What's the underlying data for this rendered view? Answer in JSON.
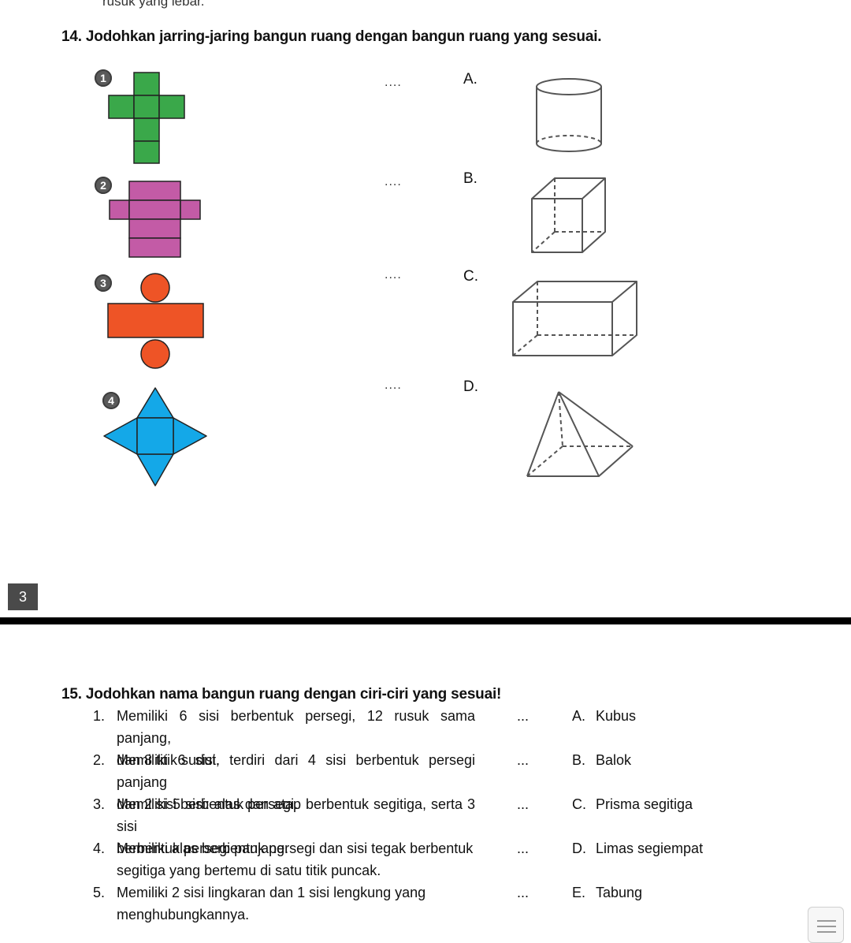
{
  "top_cut_text": "rusuk yang lebar.",
  "q14": {
    "number": "14.",
    "title": "Jodohkan jarring-jaring bangun ruang dengan bangun ruang yang sesuai.",
    "nets": [
      {
        "label": "1",
        "dots": "...."
      },
      {
        "label": "2",
        "dots": "...."
      },
      {
        "label": "3",
        "dots": "...."
      },
      {
        "label": "4",
        "dots": "...."
      }
    ],
    "options": [
      {
        "letter": "A."
      },
      {
        "letter": "B."
      },
      {
        "letter": "C."
      },
      {
        "letter": "D."
      }
    ]
  },
  "page_number": "3",
  "q15": {
    "number": "15.",
    "title": "Jodohkan nama bangun ruang dengan ciri-ciri yang sesuai!",
    "criteria": [
      {
        "num": "1.",
        "line1": "Memiliki 6 sisi berbentuk persegi, 12 rusuk sama panjang,",
        "line2": "dan 8 titik sudut.",
        "dots": "...",
        "letter": "A.",
        "answer": "Kubus"
      },
      {
        "num": "2.",
        "line1": "Memiliki 6 sisi, terdiri dari 4 sisi berbentuk persegi panjang",
        "line2": "dan 2 sisi berbentuk persegi.",
        "dots": "...",
        "letter": "B.",
        "answer": "Balok"
      },
      {
        "num": "3.",
        "line1": "Memiliki 5 sisi: alas dan atap berbentuk segitiga, serta 3 sisi",
        "line2": "berbentuk persegi panjang.",
        "dots": "...",
        "letter": "C.",
        "answer": "Prisma segitiga"
      },
      {
        "num": "4.",
        "line1": "Memiliki alas berbentuk persegi dan sisi tegak berbentuk",
        "line2": "segitiga yang bertemu di satu titik puncak.",
        "dots": "...",
        "letter": "D.",
        "answer": "Limas segiempat"
      },
      {
        "num": "5.",
        "line1": "Memiliki 2 sisi lingkaran dan 1 sisi lengkung yang",
        "line2": "menghubungkannya.",
        "dots": "...",
        "letter": "E.",
        "answer": "Tabung"
      }
    ]
  },
  "colors": {
    "cube_net": "#3aa84a",
    "cuboid_net": "#c35ba6",
    "cylinder_net": "#ee5426",
    "pyramid_net": "#14a8e8",
    "badge": "#5a5a5a"
  }
}
